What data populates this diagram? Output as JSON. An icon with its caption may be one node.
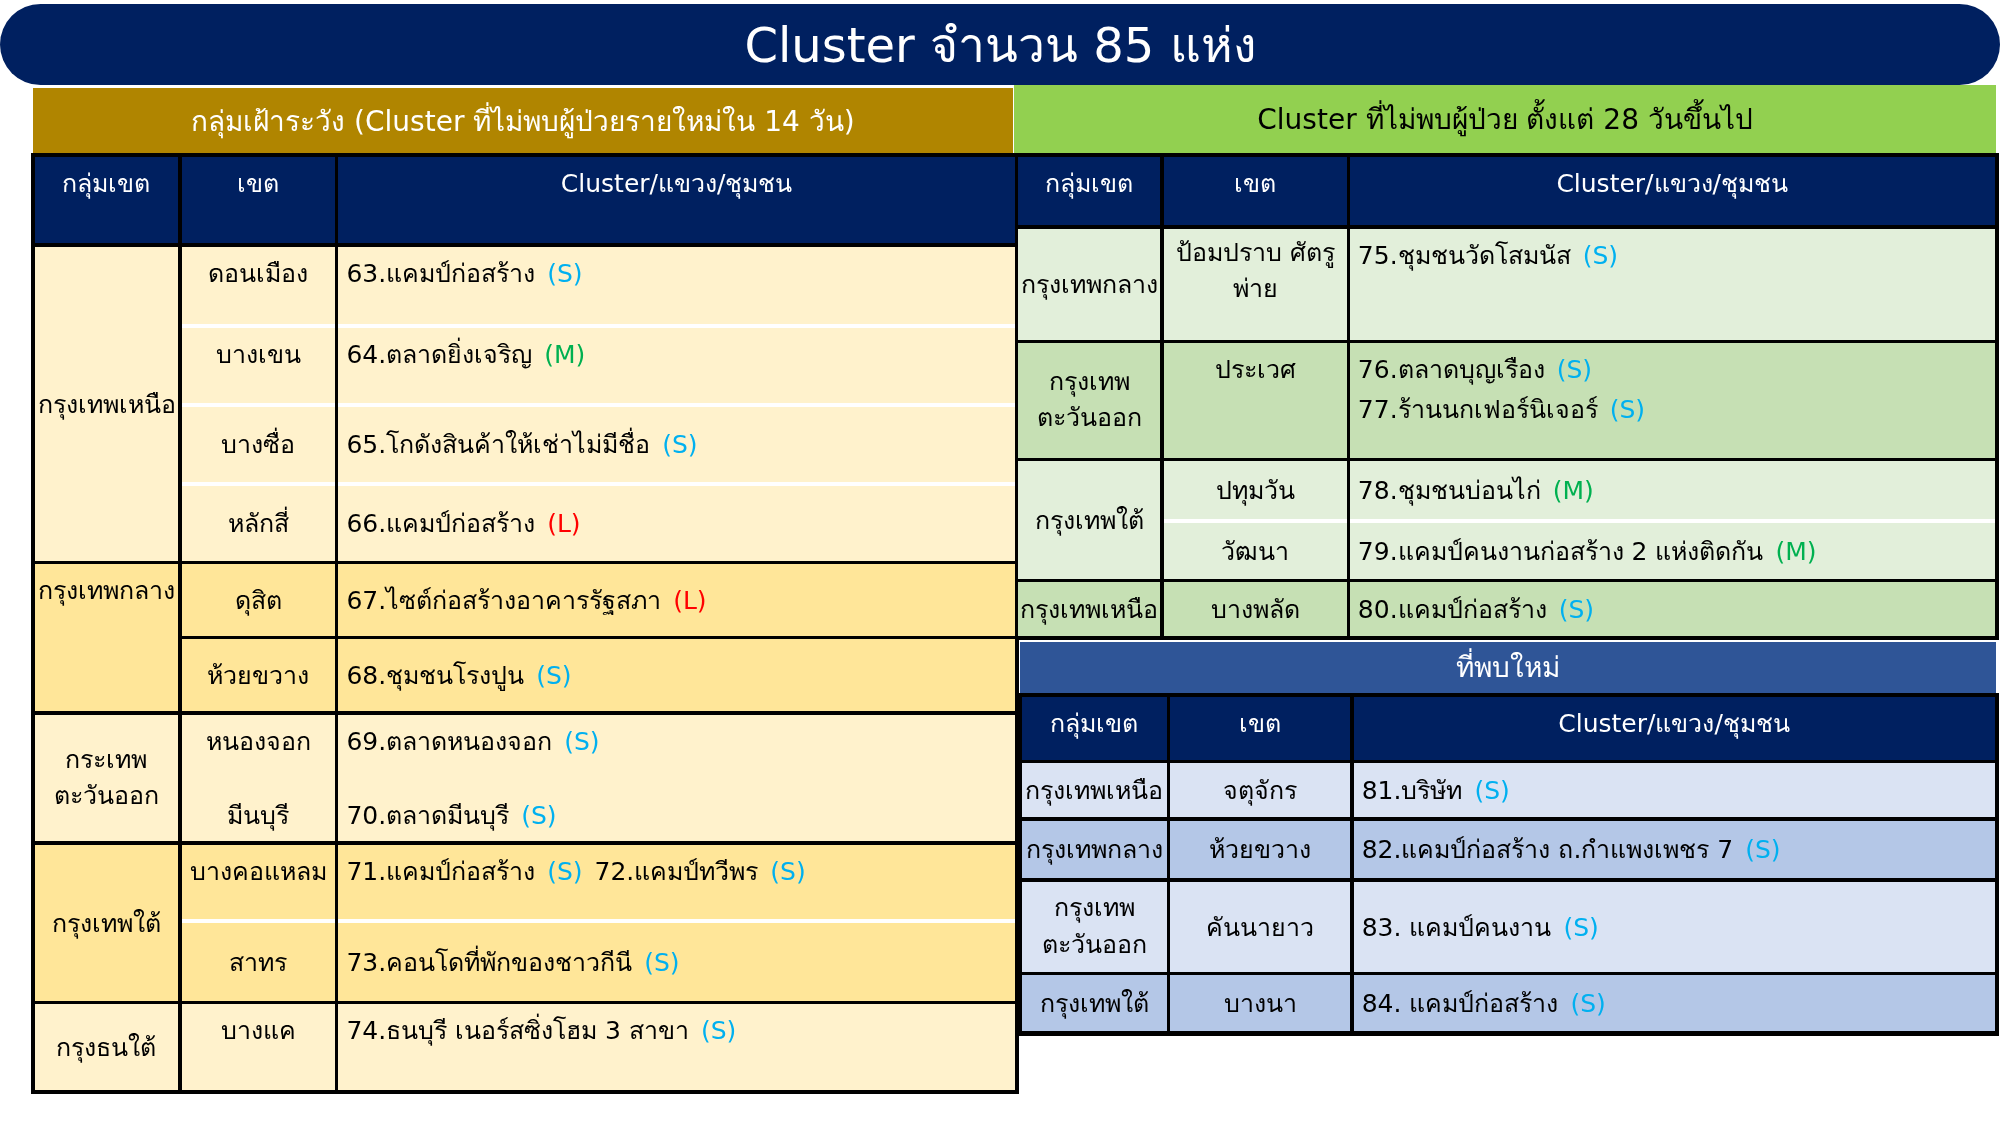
{
  "diagram": {
    "title": "Cluster จำนวน 85 แห่ง",
    "nodes": [
      {
        "text": [
          "กลุ่มเฝ้าระวัง (Cluster ที่ไม่พบผู้ป่วยรายใหม่ใน 14 วัน)"
        ]
      },
      {
        "text": [
          "Cluster ที่ไม่พบผู้ป่วย ตั้งแต่ 28 วันขึ้นไป"
        ]
      },
      {
        "text": [
          "ที่พบใหม่"
        ]
      }
    ],
    "labels": [
      "กลุ่มเขต",
      "เขต",
      "Cluster/แขวง/ชุมชน",
      "กรุงเทพเหนือ",
      "ดอนเมือง",
      "63.แคมป์ก่อสร้าง",
      "(S)",
      "บางเขน",
      "64.ตลาดยิ่งเจริญ",
      "(M)",
      "บางซื่อ",
      "65.โกดังสินค้าให้เช่าไม่มีชื่อ",
      "(S)",
      "หลักสี่",
      "66.แคมป์ก่อสร้าง",
      "(L)",
      "กรุงเทพกลาง",
      "ดุสิต",
      "67.ไซต์ก่อสร้างอาคารรัฐสภา",
      "(L)",
      "ห้วยขวาง",
      "68.ชุมชนโรงปูน",
      "(S)",
      "กระเทพ ตะวันออก",
      "หนองจอก",
      "มีนบุรี",
      "69.ตลาดหนองจอก",
      "(S)",
      "70.ตลาดมีนบุรี",
      "(S)",
      "กรุงเทพใต้",
      "บางคอแหลม",
      "71.แคมป์ก่อสร้าง",
      "(S)",
      "72.แคมป์ทวีพร",
      "(S)",
      "สาทร",
      "73.คอนโดที่พักของชาวกีนี",
      "(S)",
      "กรุงธนใต้",
      "บางแค",
      "74.ธนบุรี เนอร์สซิ่งโฮม 3 สาขา",
      "(S)",
      "กลุ่มเขต",
      "เขต",
      "Cluster/แขวง/ชุมชน",
      "กรุงเทพกลาง",
      "ป้อมปราบ ศัตรูพ่าย",
      "75.ชุมชนวัดโสมนัส",
      "(S)",
      "กรุงเทพ ตะวันออก",
      "ประเวศ",
      "76.ตลาดบุญเรือง",
      "(S)",
      "77.ร้านนกเฟอร์นิเจอร์",
      "(S)",
      "กรุงเทพใต้",
      "ปทุมวัน",
      "78.ชุมชนบ่อนไก่",
      "(M)",
      "วัฒนา",
      "79.แคมป์คนงานก่อสร้าง 2 แห่งติดกัน",
      "(M)",
      "กรุงเทพเหนือ",
      "บางพลัด",
      "80.แคมป์ก่อสร้าง",
      "(S)",
      "กลุ่มเขต",
      "เขต",
      "Cluster/แขวง/ชุมชน",
      "กรุงเทพเหนือ",
      "จตุจักร",
      "81.บริษัท",
      "(S)",
      "กรุงเทพกลาง",
      "ห้วยขวาง",
      "82.แคมป์ก่อสร้าง ถ.กำแพงเพชร 7",
      "(S)",
      "กรุงเทพ ตะวันออก",
      "คันนายาว",
      "83. แคมป์คนงาน",
      "(S)",
      "กรุงเทพใต้",
      "บางนา",
      "84. แคมป์ก่อสร้าง",
      "(S)"
    ]
  }
}
